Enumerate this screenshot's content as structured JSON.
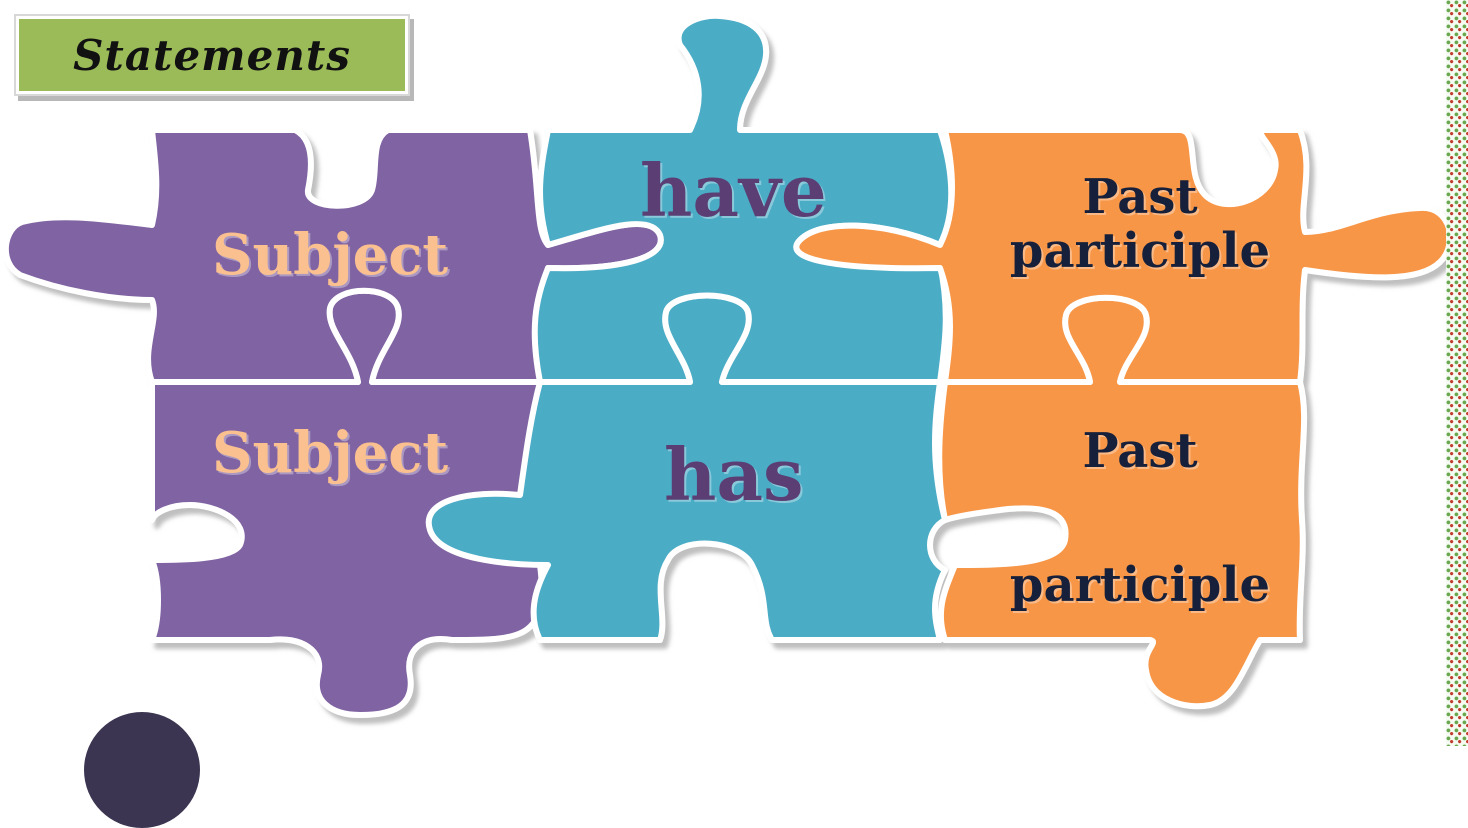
{
  "slide": {
    "title": "Statements",
    "colors": {
      "title_bg": "#9bbb59",
      "subject_piece": "#8064a2",
      "auxiliary_piece": "#4bacc6",
      "participle_piece": "#f79646",
      "subject_text": "#fac08f",
      "auxiliary_text": "#5b3f74",
      "participle_text": "#17203a"
    }
  },
  "puzzle": {
    "row1": {
      "subject": "Subject",
      "auxiliary": "have",
      "participle_line1": "Past",
      "participle_line2": "participle"
    },
    "row2": {
      "subject": "Subject",
      "auxiliary": "has",
      "participle_line1": "Past",
      "participle_line2": "participle"
    }
  }
}
